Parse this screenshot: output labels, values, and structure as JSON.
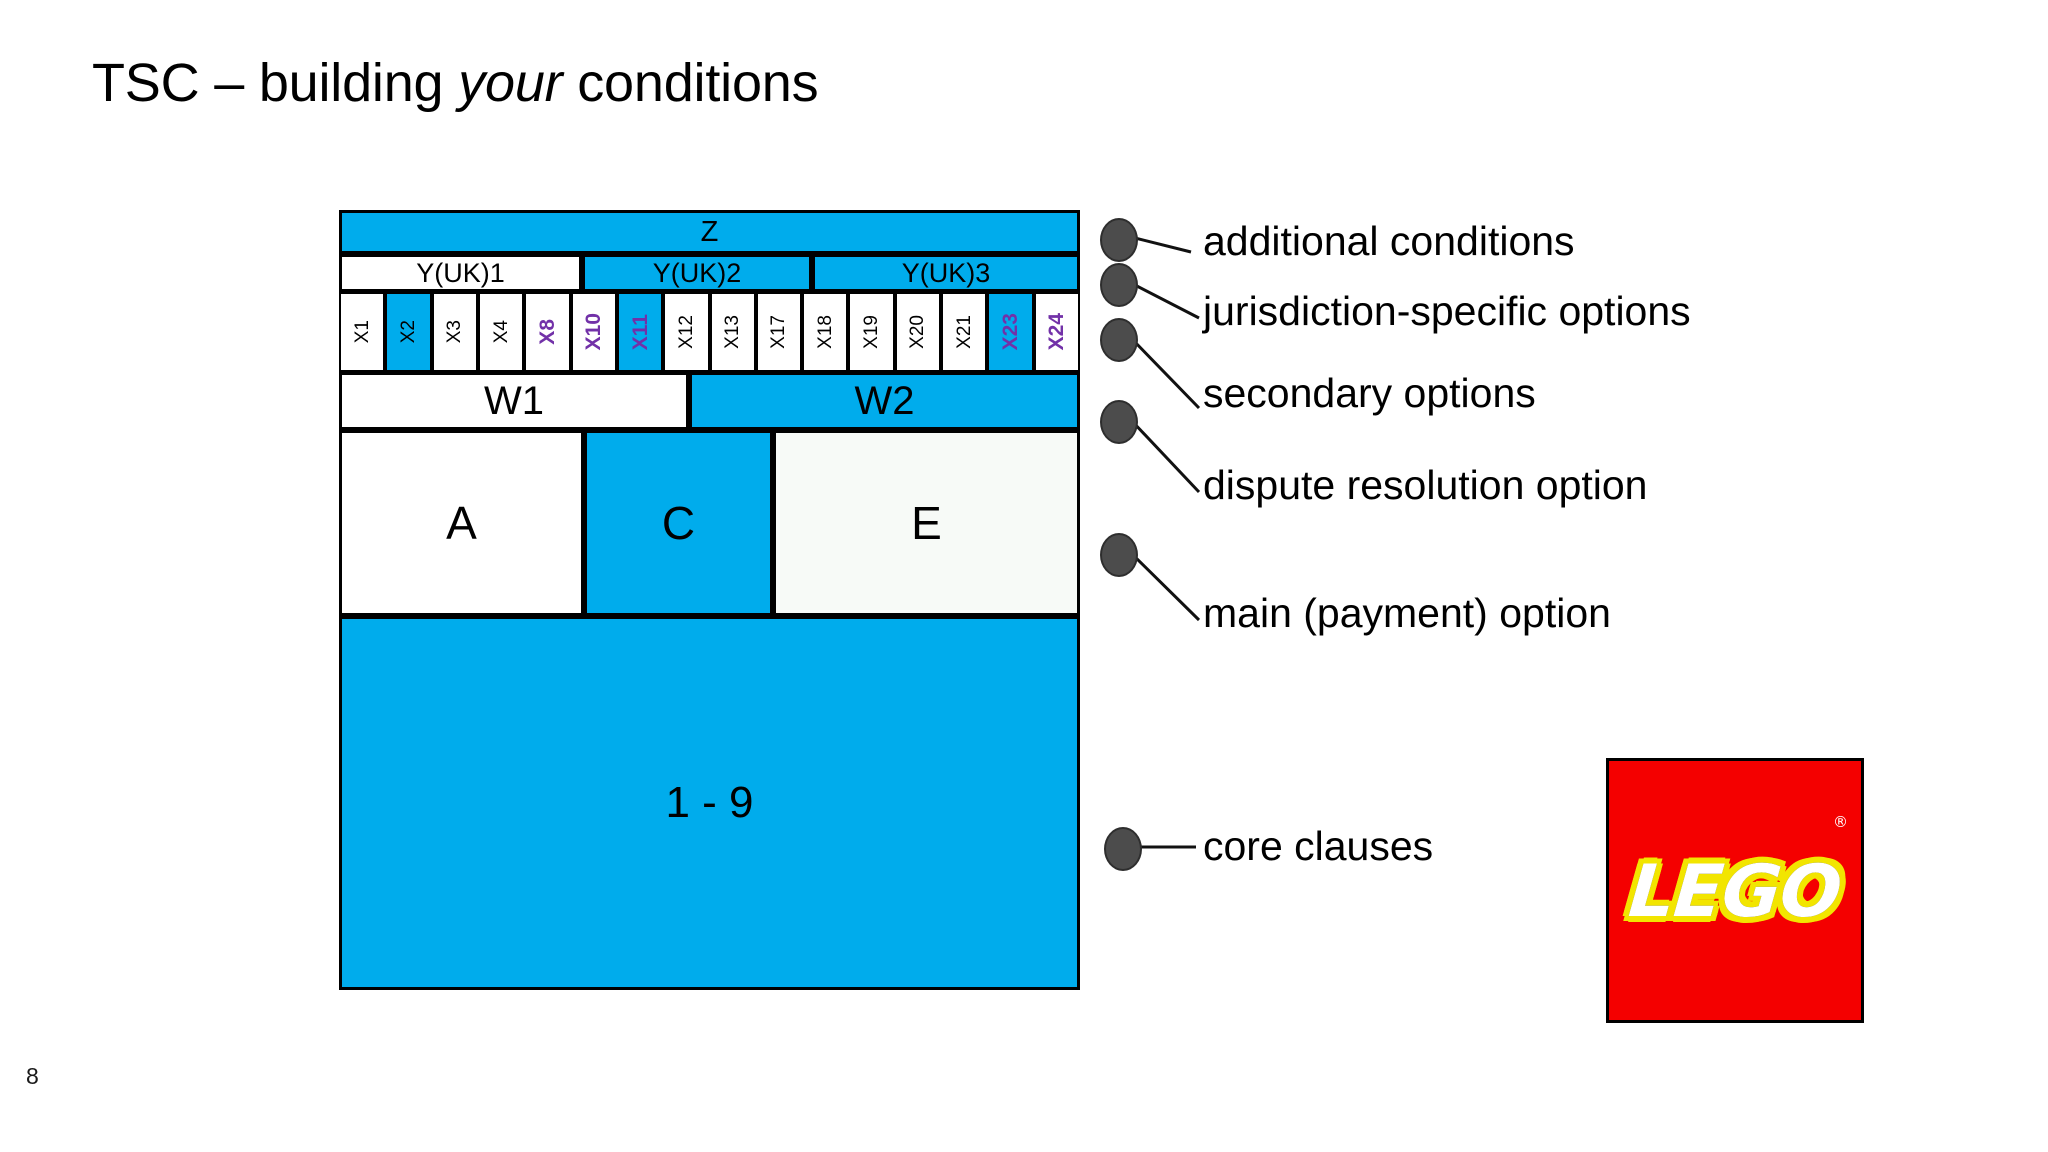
{
  "slide": {
    "title_part1": "TSC – building ",
    "title_italic": "your",
    "title_part2": " conditions",
    "number": "8"
  },
  "diagram": {
    "top_band": {
      "label": "Z",
      "fill": "blue"
    },
    "jurisdiction_row": [
      {
        "label": "Y(UK)1",
        "fill": "white"
      },
      {
        "label": "Y(UK)2",
        "fill": "blue"
      },
      {
        "label": "Y(UK)3",
        "fill": "blue"
      }
    ],
    "option_row": [
      {
        "label": "X1",
        "fill": "white",
        "text": "black"
      },
      {
        "label": "X2",
        "fill": "blue",
        "text": "black"
      },
      {
        "label": "X3",
        "fill": "white",
        "text": "black"
      },
      {
        "label": "X4",
        "fill": "white",
        "text": "black"
      },
      {
        "label": "X8",
        "fill": "white",
        "text": "purple"
      },
      {
        "label": "X10",
        "fill": "white",
        "text": "purple"
      },
      {
        "label": "X11",
        "fill": "blue",
        "text": "purple"
      },
      {
        "label": "X12",
        "fill": "white",
        "text": "black"
      },
      {
        "label": "X13",
        "fill": "white",
        "text": "black"
      },
      {
        "label": "X17",
        "fill": "white",
        "text": "black"
      },
      {
        "label": "X18",
        "fill": "white",
        "text": "black"
      },
      {
        "label": "X19",
        "fill": "white",
        "text": "black"
      },
      {
        "label": "X20",
        "fill": "white",
        "text": "black"
      },
      {
        "label": "X21",
        "fill": "white",
        "text": "black"
      },
      {
        "label": "X23",
        "fill": "blue",
        "text": "purple"
      },
      {
        "label": "X24",
        "fill": "white",
        "text": "purple"
      }
    ],
    "secondary_row": [
      {
        "label": "W1",
        "fill": "white"
      },
      {
        "label": "W2",
        "fill": "blue"
      }
    ],
    "main_row": [
      {
        "label": "A",
        "fill": "white"
      },
      {
        "label": "C",
        "fill": "blue"
      },
      {
        "label": "E",
        "fill": "offwhite"
      }
    ],
    "core_block": {
      "label": "1 - 9",
      "fill": "blue"
    }
  },
  "legend": {
    "items": [
      {
        "label": "additional conditions"
      },
      {
        "label": "jurisdiction-specific options"
      },
      {
        "label": "secondary options"
      },
      {
        "label": "dispute resolution option"
      },
      {
        "label": "main (payment) option"
      },
      {
        "label": "core clauses"
      }
    ]
  },
  "logo": {
    "wordmark": "LEGO",
    "registered": "®"
  },
  "colors": {
    "accent_blue": "#00ACEC",
    "purple_text": "#7231A8",
    "legend_dot": "#4C4C4C",
    "lego_red": "#F40000",
    "lego_yellow": "#F2E500"
  }
}
